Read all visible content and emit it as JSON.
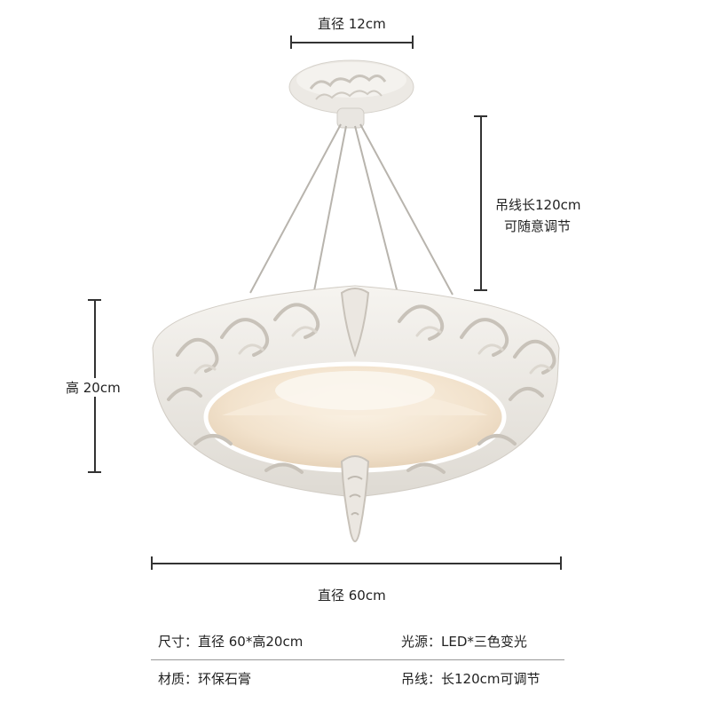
{
  "dimensions": {
    "top_diameter": "直径 12cm",
    "cable_length_line1": "吊线长120cm",
    "cable_length_line2": "可随意调节",
    "height": "高 20cm",
    "bottom_diameter": "直径 60cm"
  },
  "specs": {
    "size": "尺寸：直径 60*高20cm",
    "light_source": "光源：LED*三色变光",
    "material": "材质：环保石膏",
    "cable": "吊线：长120cm可调节"
  },
  "colors": {
    "plaster": "#efece7",
    "inner_glow": "#f3e6d3",
    "line": "#333333"
  }
}
